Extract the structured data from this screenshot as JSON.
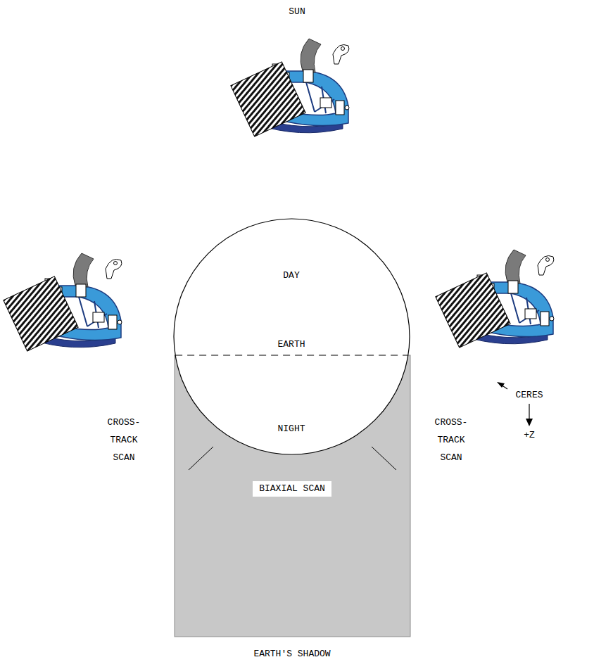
{
  "diagram": {
    "nodes": [
      {
        "text": [
          "DAY",
          "EARTH",
          "NIGHT"
        ]
      },
      {
        "text": [
          "EARTH'S SHADOW"
        ]
      },
      {
        "text": [
          "BIAXIAL SCAN"
        ],
        "in": 1
      }
    ],
    "labels": [
      "SUN",
      "CROSS- TRACK SCAN",
      "CROSS- TRACK SCAN",
      "CERES",
      "+Z"
    ]
  }
}
